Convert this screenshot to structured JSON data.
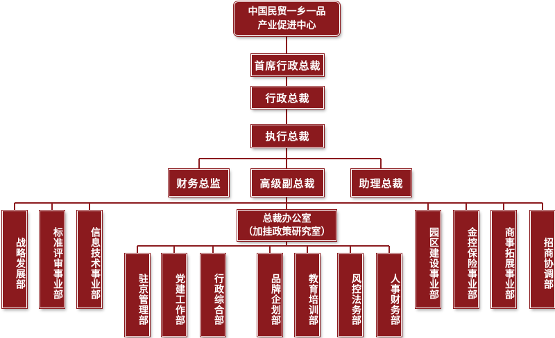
{
  "colors": {
    "box": "#8b1a1e",
    "line": "#8b1a1e",
    "text": "#ffffff"
  },
  "org": {
    "root": {
      "line1": "中国民贸一乡一品",
      "line2": "产业促进中心"
    },
    "chief_exec_president": "首席行政总裁",
    "exec_president": "行政总裁",
    "managing_president": "执行总裁",
    "deputies": {
      "finance_director": "财务总监",
      "senior_vp": "高级副总裁",
      "assistant_president": "助理总裁"
    },
    "office": {
      "line1": "总裁办公室",
      "line2": "（加挂政策研究室）"
    },
    "left_departments": [
      "战略发展部",
      "标准评审事业部",
      "信息技术事业部"
    ],
    "right_departments": [
      "园区建设事业部",
      "金控保险事业部",
      "商事拓展事业部",
      "招商协调部"
    ],
    "office_departments": [
      "驻京管理部",
      "党建工作部",
      "行政综合部",
      "品牌企划部",
      "教育培训部",
      "风控法务部",
      "人事财务部"
    ]
  }
}
